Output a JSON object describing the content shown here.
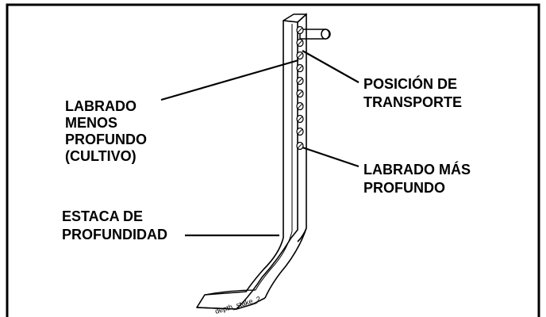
{
  "labels": {
    "shallow": [
      "LABRADO",
      "MENOS",
      "PROFUNDO",
      "(CULTIVO)"
    ],
    "transport": [
      "POSICIÓN DE",
      "TRANSPORTE"
    ],
    "deeper": [
      "LABRADO MÁS",
      "PROFUNDO"
    ],
    "stake": [
      "ESTACA DE",
      "PROFUNDIDAD"
    ]
  },
  "figure_id": "depth_stake_2",
  "colors": {
    "line": "#000000",
    "background": "#ffffff"
  }
}
